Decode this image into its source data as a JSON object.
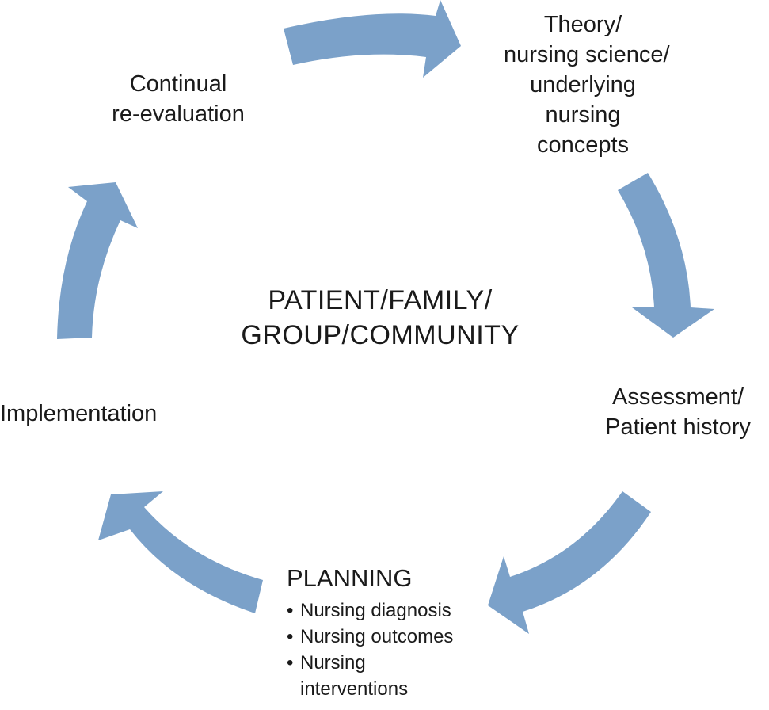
{
  "diagram": {
    "title": "Nursing process cycle",
    "arrow_color": "#7ba1c9",
    "center_lines": [
      "PATIENT/FAMILY/",
      "GROUP/COMMUNITY"
    ],
    "nodes": [
      {
        "id": "theory",
        "lines": [
          "Theory/",
          "nursing science/",
          "underlying",
          "nursing",
          "concepts"
        ]
      },
      {
        "id": "assessment",
        "lines": [
          "Assessment/",
          "Patient history"
        ]
      },
      {
        "id": "planning",
        "title": "PLANNING",
        "bullets": [
          "Nursing diagnosis",
          "Nursing outcomes",
          "Nursing",
          "interventions"
        ]
      },
      {
        "id": "implementation",
        "lines": [
          "Implementation"
        ]
      },
      {
        "id": "reevaluation",
        "lines": [
          "Continual",
          "re-evaluation"
        ]
      }
    ],
    "arrows": [
      {
        "from": "reevaluation",
        "to": "theory"
      },
      {
        "from": "theory",
        "to": "assessment"
      },
      {
        "from": "assessment",
        "to": "planning"
      },
      {
        "from": "planning",
        "to": "implementation"
      },
      {
        "from": "implementation",
        "to": "reevaluation"
      }
    ]
  }
}
